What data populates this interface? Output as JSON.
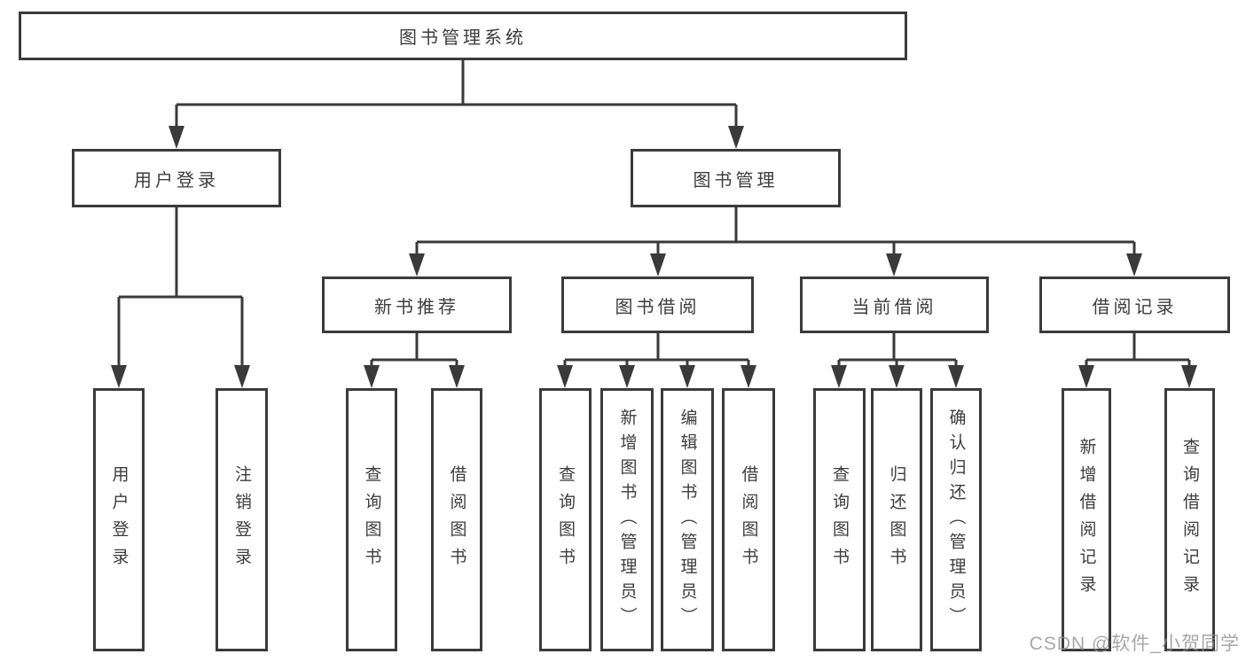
{
  "diagram": {
    "type": "hierarchy",
    "tree": {
      "label": "图书管理系统",
      "children": [
        {
          "label": "用户登录",
          "children": [
            {
              "label": "用户登录"
            },
            {
              "label": "注销登录"
            }
          ]
        },
        {
          "label": "图书管理",
          "children": [
            {
              "label": "新书推荐",
              "children": [
                {
                  "label": "查询图书"
                },
                {
                  "label": "借阅图书"
                }
              ]
            },
            {
              "label": "图书借阅",
              "children": [
                {
                  "label": "查询图书"
                },
                {
                  "label": "新增图书（管理员）"
                },
                {
                  "label": "编辑图书（管理员）"
                },
                {
                  "label": "借阅图书"
                }
              ]
            },
            {
              "label": "当前借阅",
              "children": [
                {
                  "label": "查询图书"
                },
                {
                  "label": "归还图书"
                },
                {
                  "label": "确认归还（管理员）"
                }
              ]
            },
            {
              "label": "借阅记录",
              "children": [
                {
                  "label": "新增借阅记录"
                },
                {
                  "label": "查询借阅记录"
                }
              ]
            }
          ]
        }
      ]
    }
  },
  "watermark": {
    "text": "CSDN @软件_小贺同学"
  },
  "colors": {
    "line": "#3a3a3a",
    "box_border": "#3b3b3b",
    "text": "#3d3d3d",
    "watermark": "#919191",
    "background": "#ffffff"
  }
}
